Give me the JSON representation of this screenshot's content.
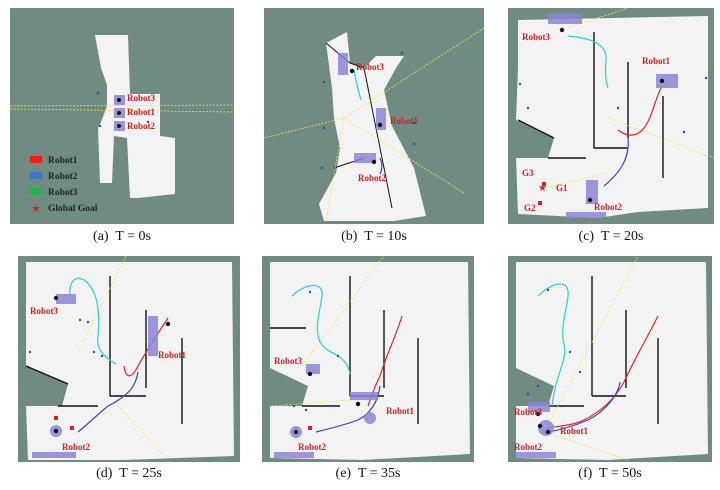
{
  "figure": {
    "panels": [
      {
        "id": "a",
        "caption": "(a)  T = 0s"
      },
      {
        "id": "b",
        "caption": "(b)  T = 10s"
      },
      {
        "id": "c",
        "caption": "(c)  T = 20s"
      },
      {
        "id": "d",
        "caption": "(d)  T = 25s"
      },
      {
        "id": "e",
        "caption": "(e)  T = 35s"
      },
      {
        "id": "f",
        "caption": "(f)  T = 50s"
      }
    ],
    "robot_labels": {
      "r1": "Robot1",
      "r2": "Robot2",
      "r3": "Robot3"
    },
    "goal_labels": {
      "g1": "G1",
      "g2": "G2",
      "g3": "G3"
    },
    "legend": [
      {
        "label": "Robot1",
        "color": "#ff1a1a",
        "marker": "rect"
      },
      {
        "label": "Robot2",
        "color": "#3e77c8",
        "marker": "rect"
      },
      {
        "label": "Robot3",
        "color": "#21b34a",
        "marker": "rect"
      },
      {
        "label": "Global Goal",
        "color": "#e01e1e",
        "marker": "star"
      }
    ],
    "colors": {
      "background": "#6f8b82",
      "free_space": "#f3f3f3",
      "wall": "#111111",
      "label": "#d51c1c",
      "path_robot1": "#e0242a",
      "path_robot2": "#3446c4",
      "path_robot3": "#2bd0d6",
      "laser": "#f2e63a",
      "robot_body": "#8b84d6"
    }
  }
}
